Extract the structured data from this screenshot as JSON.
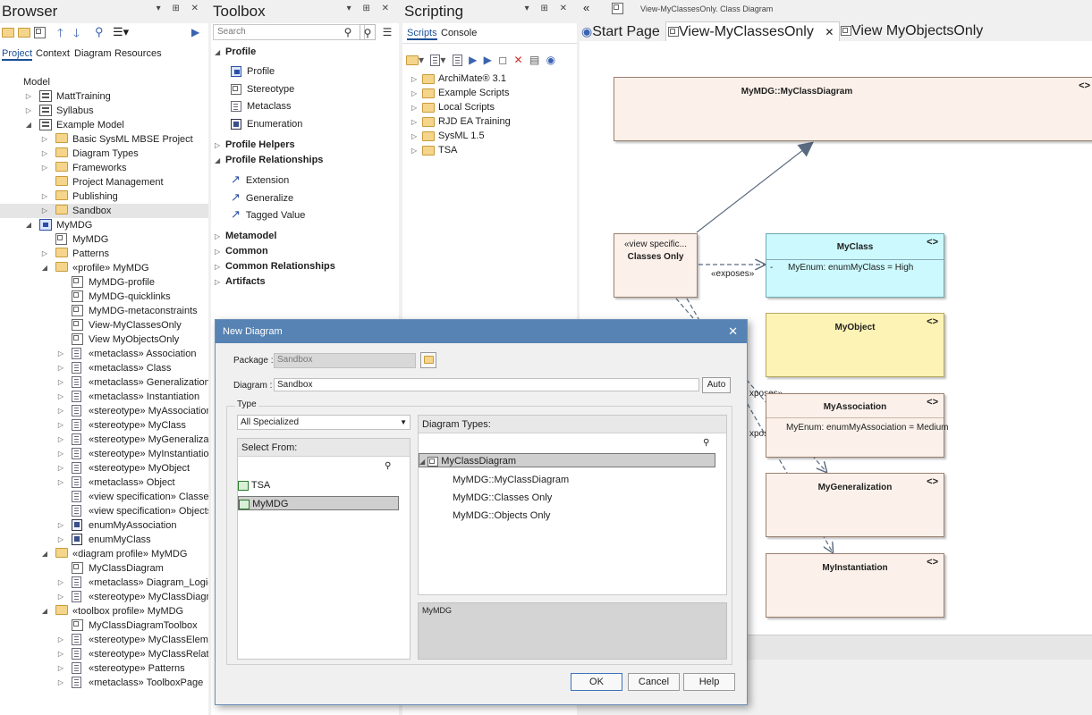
{
  "browser": {
    "title": "Browser",
    "tabs": [
      "Project",
      "Context",
      "Diagram",
      "Resources"
    ],
    "tree": [
      {
        "label": "Model",
        "indent": 0,
        "icon": "model-icon",
        "twisty": "",
        "sel": false
      },
      {
        "label": "MattTraining",
        "indent": 1,
        "icon": "model-icon",
        "twisty": "▷",
        "sel": false
      },
      {
        "label": "Syllabus",
        "indent": 1,
        "icon": "model-icon",
        "twisty": "▷",
        "sel": false
      },
      {
        "label": "Example Model",
        "indent": 1,
        "icon": "model-icon",
        "twisty": "◢",
        "sel": false
      },
      {
        "label": "Basic SysML MBSE Project",
        "indent": 2,
        "icon": "folder-icon",
        "twisty": "▷",
        "sel": false
      },
      {
        "label": "Diagram Types",
        "indent": 2,
        "icon": "folder-icon",
        "twisty": "▷",
        "sel": false
      },
      {
        "label": "Frameworks",
        "indent": 2,
        "icon": "folder-icon",
        "twisty": "▷",
        "sel": false
      },
      {
        "label": "Project Management",
        "indent": 2,
        "icon": "folder-icon",
        "twisty": "",
        "sel": false
      },
      {
        "label": "Publishing",
        "indent": 2,
        "icon": "folder-icon",
        "twisty": "▷",
        "sel": false
      },
      {
        "label": "Sandbox",
        "indent": 2,
        "icon": "folder-icon",
        "twisty": "▷",
        "sel": true
      },
      {
        "label": "MyMDG",
        "indent": 1,
        "icon": "package-icon",
        "twisty": "◢",
        "sel": false
      },
      {
        "label": "MyMDG",
        "indent": 2,
        "icon": "diagram-icon",
        "twisty": "",
        "sel": false
      },
      {
        "label": "Patterns",
        "indent": 2,
        "icon": "folder-icon",
        "twisty": "▷",
        "sel": false
      },
      {
        "label": "«profile» MyMDG",
        "indent": 2,
        "icon": "folder-icon",
        "twisty": "◢",
        "sel": false
      },
      {
        "label": "MyMDG-profile",
        "indent": 3,
        "icon": "diagram-icon",
        "twisty": "",
        "sel": false
      },
      {
        "label": "MyMDG-quicklinks",
        "indent": 3,
        "icon": "diagram-icon",
        "twisty": "",
        "sel": false
      },
      {
        "label": "MyMDG-metaconstraints",
        "indent": 3,
        "icon": "diagram-icon",
        "twisty": "",
        "sel": false
      },
      {
        "label": "View-MyClassesOnly",
        "indent": 3,
        "icon": "diagram-icon",
        "twisty": "",
        "sel": false
      },
      {
        "label": "View MyObjectsOnly",
        "indent": 3,
        "icon": "diagram-icon",
        "twisty": "",
        "sel": false
      },
      {
        "label": "«metaclass» Association",
        "indent": 3,
        "icon": "class-icon",
        "twisty": "▷",
        "sel": false
      },
      {
        "label": "«metaclass» Class",
        "indent": 3,
        "icon": "class-icon",
        "twisty": "▷",
        "sel": false
      },
      {
        "label": "«metaclass» Generalization",
        "indent": 3,
        "icon": "class-icon",
        "twisty": "▷",
        "sel": false
      },
      {
        "label": "«metaclass» Instantiation",
        "indent": 3,
        "icon": "class-icon",
        "twisty": "▷",
        "sel": false
      },
      {
        "label": "«stereotype» MyAssociation",
        "indent": 3,
        "icon": "class-icon",
        "twisty": "▷",
        "sel": false
      },
      {
        "label": "«stereotype» MyClass",
        "indent": 3,
        "icon": "class-icon",
        "twisty": "▷",
        "sel": false
      },
      {
        "label": "«stereotype» MyGeneralization",
        "indent": 3,
        "icon": "class-icon",
        "twisty": "▷",
        "sel": false
      },
      {
        "label": "«stereotype» MyInstantiation",
        "indent": 3,
        "icon": "class-icon",
        "twisty": "▷",
        "sel": false
      },
      {
        "label": "«stereotype» MyObject",
        "indent": 3,
        "icon": "class-icon",
        "twisty": "▷",
        "sel": false
      },
      {
        "label": "«metaclass» Object",
        "indent": 3,
        "icon": "class-icon",
        "twisty": "▷",
        "sel": false
      },
      {
        "label": "«view specification» Classes Only",
        "indent": 3,
        "icon": "class-icon",
        "twisty": "",
        "sel": false
      },
      {
        "label": "«view specification» Objects Only",
        "indent": 3,
        "icon": "class-icon",
        "twisty": "",
        "sel": false
      },
      {
        "label": "enumMyAssociation",
        "indent": 3,
        "icon": "enum-icon",
        "twisty": "▷",
        "sel": false
      },
      {
        "label": "enumMyClass",
        "indent": 3,
        "icon": "enum-icon",
        "twisty": "▷",
        "sel": false
      },
      {
        "label": "«diagram profile» MyMDG",
        "indent": 2,
        "icon": "folder-icon",
        "twisty": "◢",
        "sel": false
      },
      {
        "label": "MyClassDiagram",
        "indent": 3,
        "icon": "diagram-icon",
        "twisty": "",
        "sel": false
      },
      {
        "label": "«metaclass» Diagram_Logical",
        "indent": 3,
        "icon": "class-icon",
        "twisty": "▷",
        "sel": false
      },
      {
        "label": "«stereotype» MyClassDiagram",
        "indent": 3,
        "icon": "class-icon",
        "twisty": "▷",
        "sel": false
      },
      {
        "label": "«toolbox profile» MyMDG",
        "indent": 2,
        "icon": "folder-icon",
        "twisty": "◢",
        "sel": false
      },
      {
        "label": "MyClassDiagramToolbox",
        "indent": 3,
        "icon": "diagram-icon",
        "twisty": "",
        "sel": false
      },
      {
        "label": "«stereotype» MyClassElements",
        "indent": 3,
        "icon": "class-icon",
        "twisty": "▷",
        "sel": false
      },
      {
        "label": "«stereotype» MyClassRelationships",
        "indent": 3,
        "icon": "class-icon",
        "twisty": "▷",
        "sel": false
      },
      {
        "label": "«stereotype» Patterns",
        "indent": 3,
        "icon": "class-icon",
        "twisty": "▷",
        "sel": false
      },
      {
        "label": "«metaclass» ToolboxPage",
        "indent": 3,
        "icon": "class-icon",
        "twisty": "▷",
        "sel": false
      }
    ]
  },
  "toolbox": {
    "title": "Toolbox",
    "search_placeholder": "Search",
    "sections": [
      {
        "label": "Profile",
        "expanded": true,
        "items": [
          {
            "label": "Profile",
            "icon": "package-icon"
          },
          {
            "label": "Stereotype",
            "icon": "stereotype-icon"
          },
          {
            "label": "Metaclass",
            "icon": "class-icon"
          },
          {
            "label": "Enumeration",
            "icon": "enum-icon"
          }
        ]
      },
      {
        "label": "Profile Helpers",
        "expanded": false,
        "items": []
      },
      {
        "label": "Profile Relationships",
        "expanded": true,
        "items": [
          {
            "label": "Extension",
            "icon": "arrow-icon"
          },
          {
            "label": "Generalize",
            "icon": "arrow-icon"
          },
          {
            "label": "Tagged Value",
            "icon": "arrow-icon"
          }
        ]
      },
      {
        "label": "Metamodel",
        "expanded": false,
        "items": []
      },
      {
        "label": "Common",
        "expanded": false,
        "items": []
      },
      {
        "label": "Common Relationships",
        "expanded": false,
        "items": []
      },
      {
        "label": "Artifacts",
        "expanded": false,
        "items": []
      }
    ]
  },
  "scripting": {
    "title": "Scripting",
    "tabs": [
      "Scripts",
      "Console"
    ],
    "items": [
      "ArchiMate® 3.1",
      "Example Scripts",
      "Local Scripts",
      "RJD EA Training",
      "SysML 1.5",
      "TSA"
    ]
  },
  "diagram": {
    "breadcrumb": "View-MyClassesOnly.  Class Diagram",
    "tabs": [
      "Start Page",
      "View-MyClassesOnly",
      "View MyObjectsOnly"
    ],
    "elements": {
      "mdg": "MyMDG::MyClassDiagram",
      "view_stereo": "«view specific...",
      "view_name": "Classes Only",
      "myclass": "MyClass",
      "myclass_attr": "-      MyEnum: enumMyClass = High",
      "myobject": "MyObject",
      "myassoc": "MyAssociation",
      "myassoc_attr": "MyEnum: enumMyAssociation = Medium",
      "mygen": "MyGeneralization",
      "myinst": "MyInstantiation",
      "exposes1": "«exposes»",
      "exposes2": "xposes»",
      "exposes3": "xposes»",
      "corner": "<>"
    }
  },
  "dialog": {
    "title": "New Diagram",
    "package_label": "Package :",
    "package_value": "Sandbox",
    "diagram_label": "Diagram :",
    "diagram_value": "Sandbox",
    "auto": "Auto",
    "type_label": "Type",
    "type_value": "All Specialized",
    "select_from": "Select From:",
    "select_items": [
      "TSA",
      "MyMDG"
    ],
    "diagram_types": "Diagram Types:",
    "types_root": "MyClassDiagram",
    "types_children": [
      "MyMDG::MyClassDiagram",
      "MyMDG::Classes Only",
      "MyMDG::Objects Only"
    ],
    "description": "MyMDG",
    "ok": "OK",
    "cancel": "Cancel",
    "help": "Help"
  }
}
